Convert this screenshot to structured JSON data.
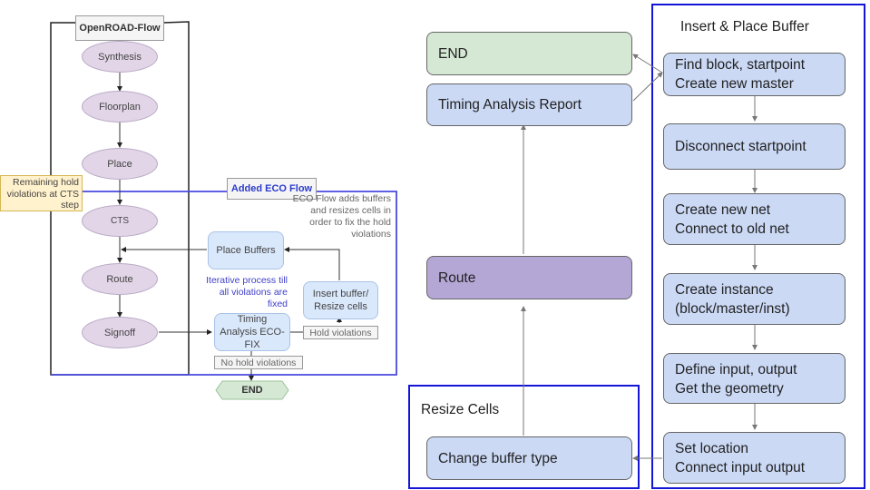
{
  "left_diagram": {
    "frame_title": "OpenROAD-Flow",
    "flow_steps": [
      "Synthesis",
      "Floorplan",
      "Place",
      "CTS",
      "Route",
      "Signoff"
    ],
    "cts_note": "Remaining hold violations at CTS step",
    "eco_title": "Added ECO Flow",
    "eco_description": "ECO Flow adds buffers and resizes cells in order to fix the hold violations",
    "place_buffers": "Place Buffers",
    "iterative_note": "Iterative process till all violations are fixed",
    "insert_buffer": "Insert buffer/ Resize cells",
    "timing_analysis": "Timing Analysis ECO-FIX",
    "hold_violations": "Hold violations",
    "no_hold_violations": "No hold violations",
    "end": "END"
  },
  "right_diagram": {
    "end": "END",
    "timing_report": "Timing Analysis Report",
    "route": "Route",
    "resize_group": {
      "title": "Resize Cells",
      "step": "Change buffer type"
    },
    "insert_group": {
      "title": "Insert & Place Buffer",
      "steps": [
        [
          "Find block, startpoint",
          "Create new master"
        ],
        [
          "Disconnect startpoint"
        ],
        [
          "Create new net",
          "Connect to old net"
        ],
        [
          "Create instance",
          "(block/master/inst)"
        ],
        [
          "Define input, output",
          "Get the geometry"
        ],
        [
          "Set location",
          "Connect input output"
        ]
      ]
    }
  },
  "colors": {
    "group_border": "#1515d8",
    "eco_border": "#4a4ae0",
    "ellipse_fill": "#e1d5e7",
    "step_fill": "#cbd9f5",
    "end_fill": "#d5e8d4",
    "route_fill": "#b4a7d6",
    "note_fill": "#fff2cc"
  }
}
